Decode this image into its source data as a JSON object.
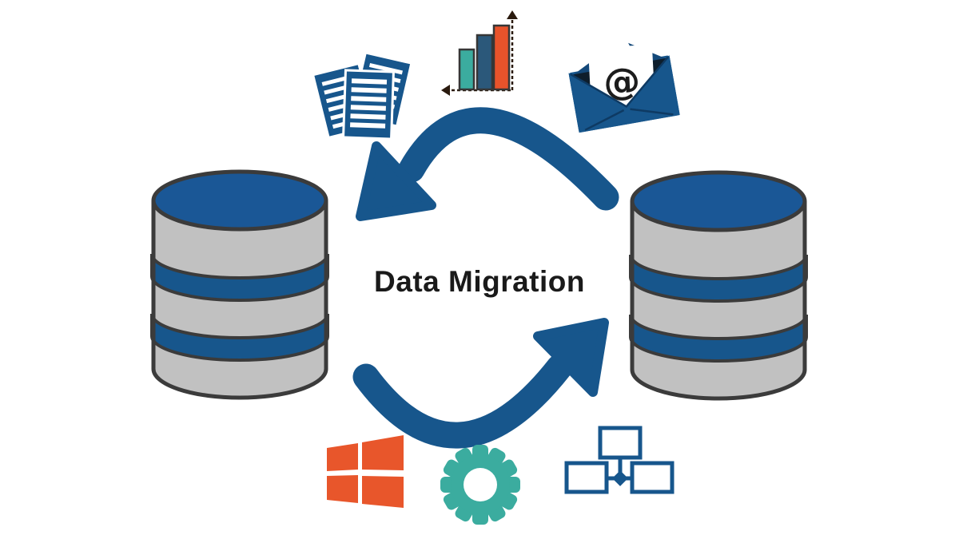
{
  "title": "Data Migration",
  "email": {
    "symbol": "@"
  },
  "colors": {
    "primary_blue": "#17568C",
    "database_top_blue": "#1A5796",
    "cylinder_gray": "#C1C1C1",
    "outline_dark": "#3B3B3B",
    "orange": "#E8562B",
    "teal": "#3BAC9F",
    "bar_navy": "#2B587A",
    "axis_dark": "#2A1A0E",
    "text": "#1A1A1A",
    "background": "#FFFFFF"
  },
  "diagram": {
    "left_database": "source-database",
    "right_database": "target-database",
    "arrows": [
      "arrow-to-source",
      "arrow-to-target"
    ],
    "icons": [
      "documents-icon",
      "bar-chart-icon",
      "email-icon",
      "windows-icon",
      "gear-icon",
      "network-icon"
    ]
  }
}
